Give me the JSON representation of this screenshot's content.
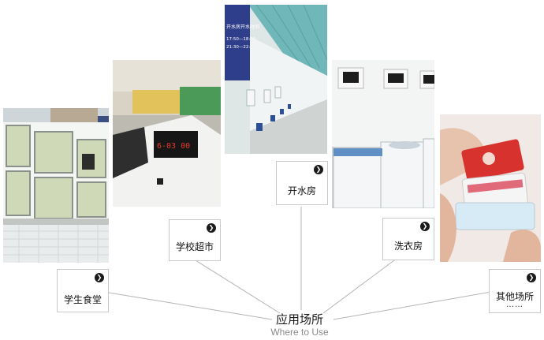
{
  "center": {
    "title": "应用场所",
    "subtitle": "Where to Use"
  },
  "scenes": [
    {
      "label": "学生食堂",
      "icon": "chevron-right-icon"
    },
    {
      "label": "学校超市",
      "icon": "chevron-right-icon"
    },
    {
      "label": "开水房",
      "icon": "chevron-right-icon"
    },
    {
      "label": "洗衣房",
      "icon": "chevron-right-icon"
    },
    {
      "label": "其他场所",
      "extra": "……",
      "icon": "chevron-right-icon"
    }
  ],
  "photo_text": {
    "pos_display": "6-03  00",
    "banner": "开水房开水时间",
    "time1": "17:50—18:10",
    "time2": "21:30—22:45"
  }
}
